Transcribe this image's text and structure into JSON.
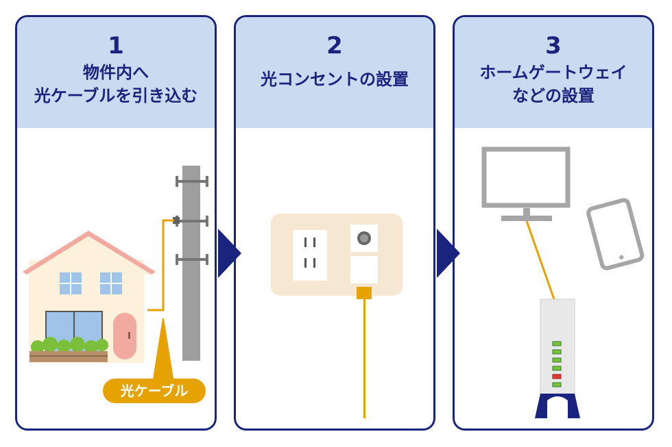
{
  "steps": [
    {
      "number": "1",
      "title": "物件内へ\n光ケーブルを引き込む"
    },
    {
      "number": "2",
      "title": "光コンセントの設置"
    },
    {
      "number": "3",
      "title": "ホームゲートウェイ\nなどの設置"
    }
  ],
  "cable_label": "光ケーブル",
  "colors": {
    "border": "#1a237e",
    "header_bg": "#c9dbf1",
    "cable": "#e5a200",
    "arrow": "#1a237e"
  },
  "icons": [
    "house-icon",
    "utility-pole-icon",
    "optical-outlet-icon",
    "monitor-icon",
    "tablet-icon",
    "home-gateway-icon"
  ]
}
